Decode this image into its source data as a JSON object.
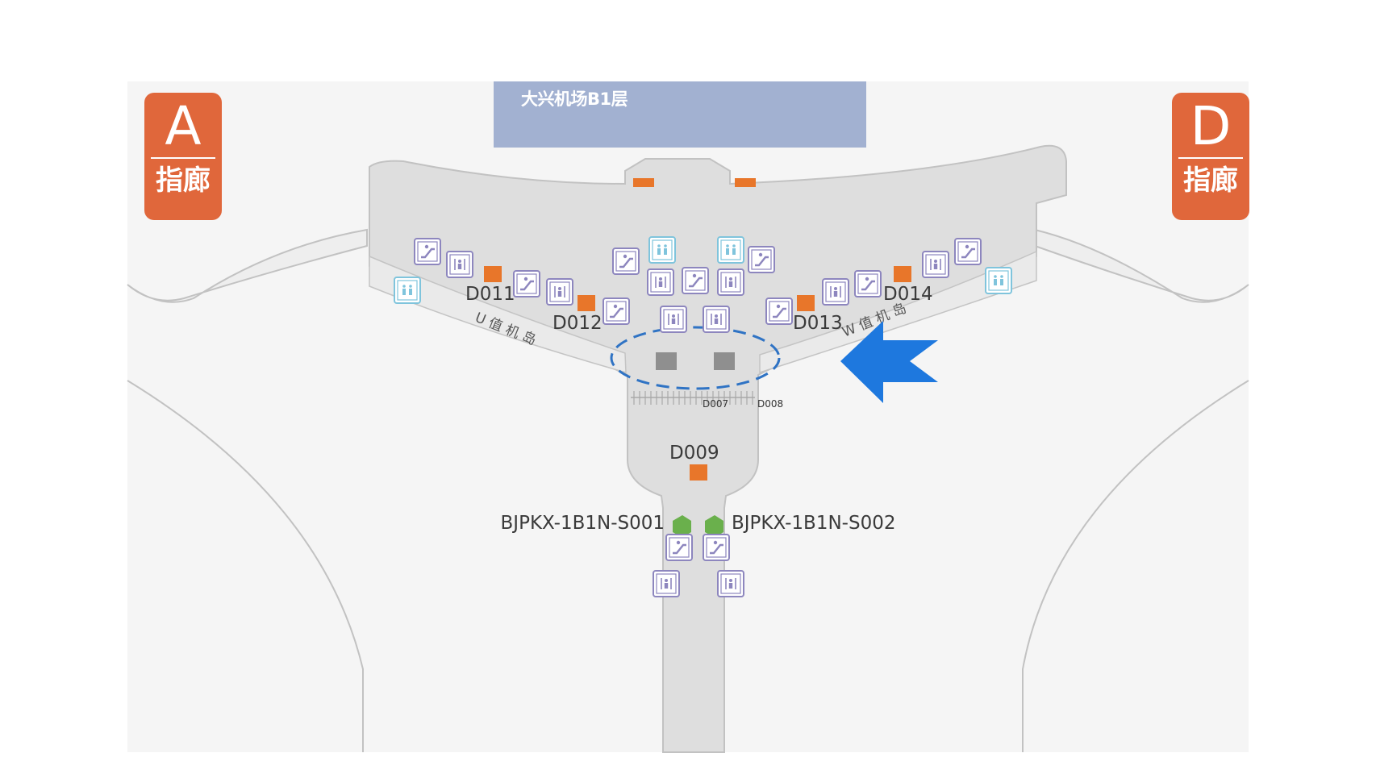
{
  "title": "大兴机场B1层",
  "concourses": [
    {
      "letter": "A",
      "word": "指廊"
    },
    {
      "letter": "D",
      "word": "指廊"
    }
  ],
  "gates": [
    {
      "label": "D011",
      "marker": true
    },
    {
      "label": "D012",
      "marker": true
    },
    {
      "label": "D013",
      "marker": true
    },
    {
      "label": "D014",
      "marker": true
    },
    {
      "label": "D009",
      "marker": true
    },
    {
      "label": "D007",
      "marker": false
    },
    {
      "label": "D008",
      "marker": false
    }
  ],
  "checkin_islands": [
    "U 值 机 岛",
    "W 值 机 岛"
  ],
  "stations": [
    "BJPKX-1B1N-S001",
    "BJPKX-1B1N-S002"
  ],
  "colors": {
    "background_area": "#f5f5f5",
    "corridor": "#dedede",
    "outline": "#c2c2c2",
    "gate_marker": "#e8762a",
    "station_marker": "#6ab04c",
    "highlight_ellipse": "#2f73c4",
    "arrow": "#1e78de",
    "icon_frame": "#8d86be",
    "title_band": "#a2b1d1",
    "badge": "#e0673b"
  },
  "icons": [
    "escalator-icon",
    "elevator-icon",
    "restroom-icon"
  ]
}
